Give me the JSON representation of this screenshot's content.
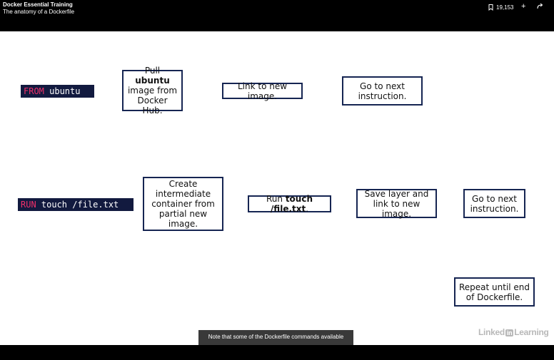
{
  "header": {
    "course_title": "Docker Essential Training",
    "video_title": "The anatomy of a Dockerfile",
    "bookmark_count": "19,153",
    "add_symbol": "+",
    "share_symbol": "↷"
  },
  "slide": {
    "row1": {
      "code_keyword": "FROM",
      "code_rest": " ubuntu",
      "step1_pre": "Pull ",
      "step1_bold": "ubuntu",
      "step1_post": "image from Docker Hub.",
      "step2": "Link to new image.",
      "step3": "Go to next instruction."
    },
    "row2": {
      "code_keyword": "RUN",
      "code_rest": " touch /file.txt",
      "step1": "Create intermediate container from partial new image.",
      "step2_pre": "Run ",
      "step2_bold": "touch /file.txt",
      "step2_post": ".",
      "step3": "Save layer and link to new image.",
      "step4": "Go to next instruction."
    },
    "row3": {
      "step1": "Repeat until end of Dockerfile."
    }
  },
  "caption": "Note that some of the Dockerfile commands available",
  "watermark": {
    "pre": "Linked",
    "in": "in",
    "post": "Learning"
  },
  "icons": [
    "bookmark-icon",
    "add-icon",
    "share-icon"
  ]
}
